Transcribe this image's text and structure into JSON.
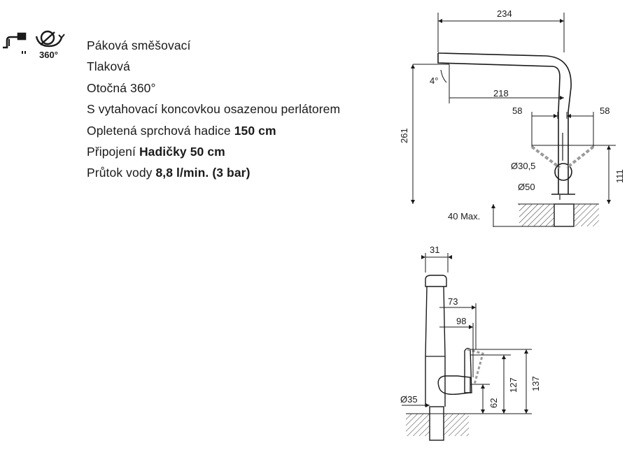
{
  "icons": {
    "badge": "360°",
    "labels": [
      "faucet-pullout-icon",
      "swivel-360-icon"
    ]
  },
  "specs": [
    {
      "text": "Páková směšovací",
      "bold": "",
      "tail": ""
    },
    {
      "text": "Tlaková",
      "bold": "",
      "tail": ""
    },
    {
      "text": "Otočná 360°",
      "bold": "",
      "tail": ""
    },
    {
      "text": "S vytahovací koncovkou osazenou perlátorem",
      "bold": "",
      "tail": ""
    },
    {
      "text": "Opletená sprchová hadice ",
      "bold": "150 cm",
      "tail": ""
    },
    {
      "text": "Připojení ",
      "bold": "Hadičky 50 cm",
      "tail": ""
    },
    {
      "text": "Průtok vody ",
      "bold": "8,8 l/min. (3 bar)",
      "tail": ""
    }
  ],
  "front_dims": {
    "width_top": "234",
    "angle": "4°",
    "reach": "218",
    "left_58": "58",
    "right_58": "58",
    "height_261": "261",
    "dia_30_5": "Ø30,5",
    "height_111": "111",
    "dia_50": "Ø50",
    "max_40": "40 Max."
  },
  "side_dims": {
    "w31": "31",
    "d73": "73",
    "d98": "98",
    "h62": "62",
    "h127": "127",
    "h137": "137",
    "dia35": "Ø35"
  }
}
